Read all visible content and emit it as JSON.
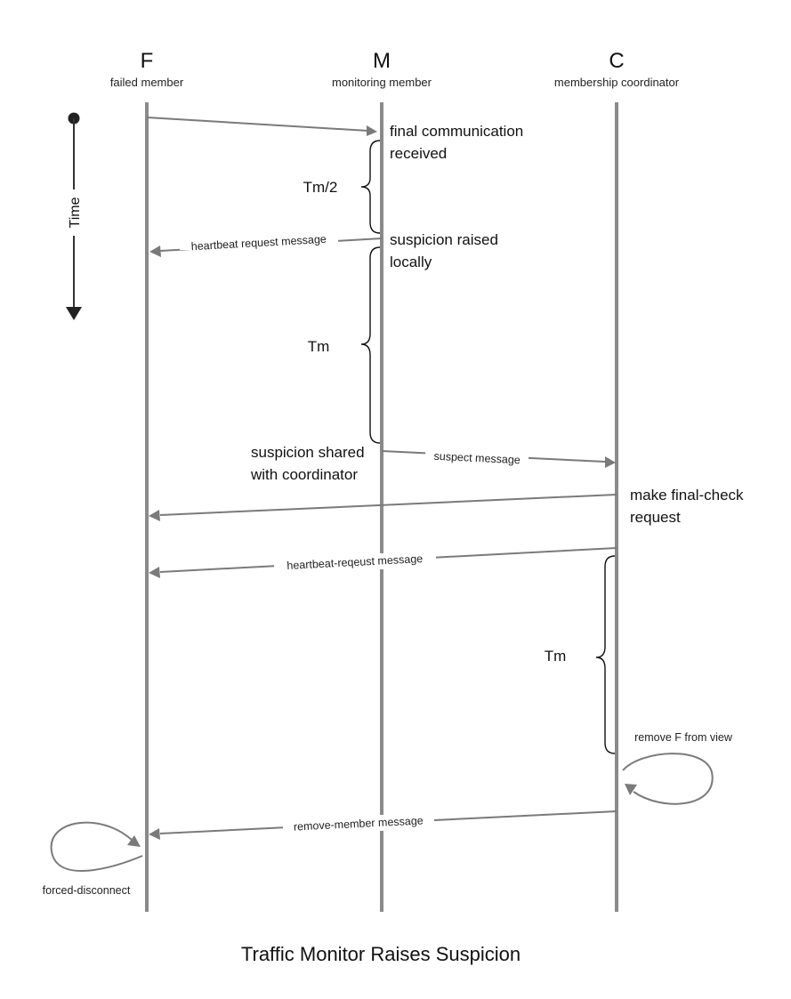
{
  "participants": [
    {
      "letter": "F",
      "role": "failed member"
    },
    {
      "letter": "M",
      "role": "monitoring member"
    },
    {
      "letter": "C",
      "role": "membership coordinator"
    }
  ],
  "time_axis": {
    "label": "Time"
  },
  "messages": {
    "final_comm": "",
    "heartbeat_request": "heartbeat request message",
    "suspect": "suspect message",
    "final_check": "",
    "heartbeat_reqeust": "heartbeat-reqeust message",
    "remove_member": "remove-member message"
  },
  "notes": {
    "final_comm_1": "final communication",
    "final_comm_2": "received",
    "suspicion_raised_1": "suspicion raised",
    "suspicion_raised_2": "locally",
    "suspicion_shared_1": "suspicion shared",
    "suspicion_shared_2": "with coordinator",
    "final_check_1": "make final-check",
    "final_check_2": "request"
  },
  "intervals": {
    "half_tm": "Tm/2",
    "tm_monitor": "Tm",
    "tm_coordinator": "Tm"
  },
  "self_loops": {
    "remove_f": "remove F from view",
    "forced_disconnect": "forced-disconnect"
  },
  "caption": "Traffic Monitor Raises Suspicion"
}
